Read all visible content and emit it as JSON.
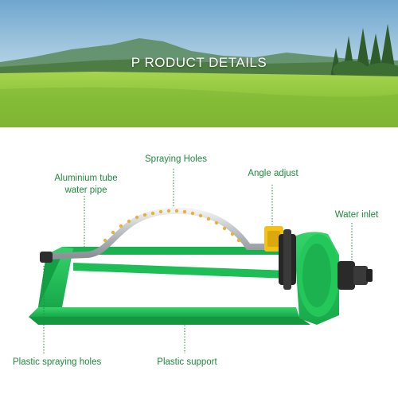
{
  "banner": {
    "title": "P RODUCT  DETAILS"
  },
  "labels": {
    "aluminium_line1": "Aluminium tube",
    "aluminium_line2": "water pipe",
    "spraying_holes": "Spraying Holes",
    "angle_adjust": "Angle adjust",
    "water_inlet": "Water inlet",
    "plastic_spraying_holes": "Plastic spraying holes",
    "plastic_support": "Plastic support"
  },
  "colors": {
    "label_text": "#1f8a3c",
    "frame_green": "#22c55e",
    "knob_yellow": "#f2c21b",
    "sky_top": "#7fb2d6",
    "grass": "#8fc93f"
  }
}
